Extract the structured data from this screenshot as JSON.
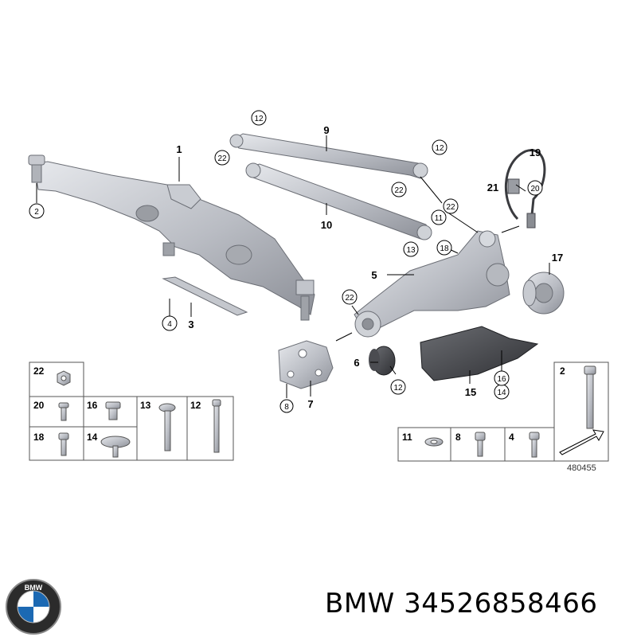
{
  "brand": "BMW",
  "part_number": "34526858466",
  "reference_number": "480455",
  "logo_text": "BMW",
  "callouts": {
    "c1": "1",
    "c2": "2",
    "c3": "3",
    "c4": "4",
    "c5": "5",
    "c6": "6",
    "c7": "7",
    "c8": "8",
    "c9": "9",
    "c10": "10",
    "c11": "11",
    "c12a": "12",
    "c12b": "12",
    "c12c": "12",
    "c13": "13",
    "c14": "14",
    "c15": "15",
    "c16": "16",
    "c17": "17",
    "c18": "18",
    "c19": "19",
    "c20": "20",
    "c21": "21",
    "c22a": "22",
    "c22b": "22",
    "c22c": "22",
    "c22d": "22"
  },
  "legend_left": {
    "r1": [
      "22"
    ],
    "r2": [
      "20",
      "16",
      "13",
      "12"
    ],
    "r3": [
      "18",
      "14"
    ]
  },
  "legend_right": [
    "11",
    "8",
    "4"
  ],
  "legend_tall": "2"
}
